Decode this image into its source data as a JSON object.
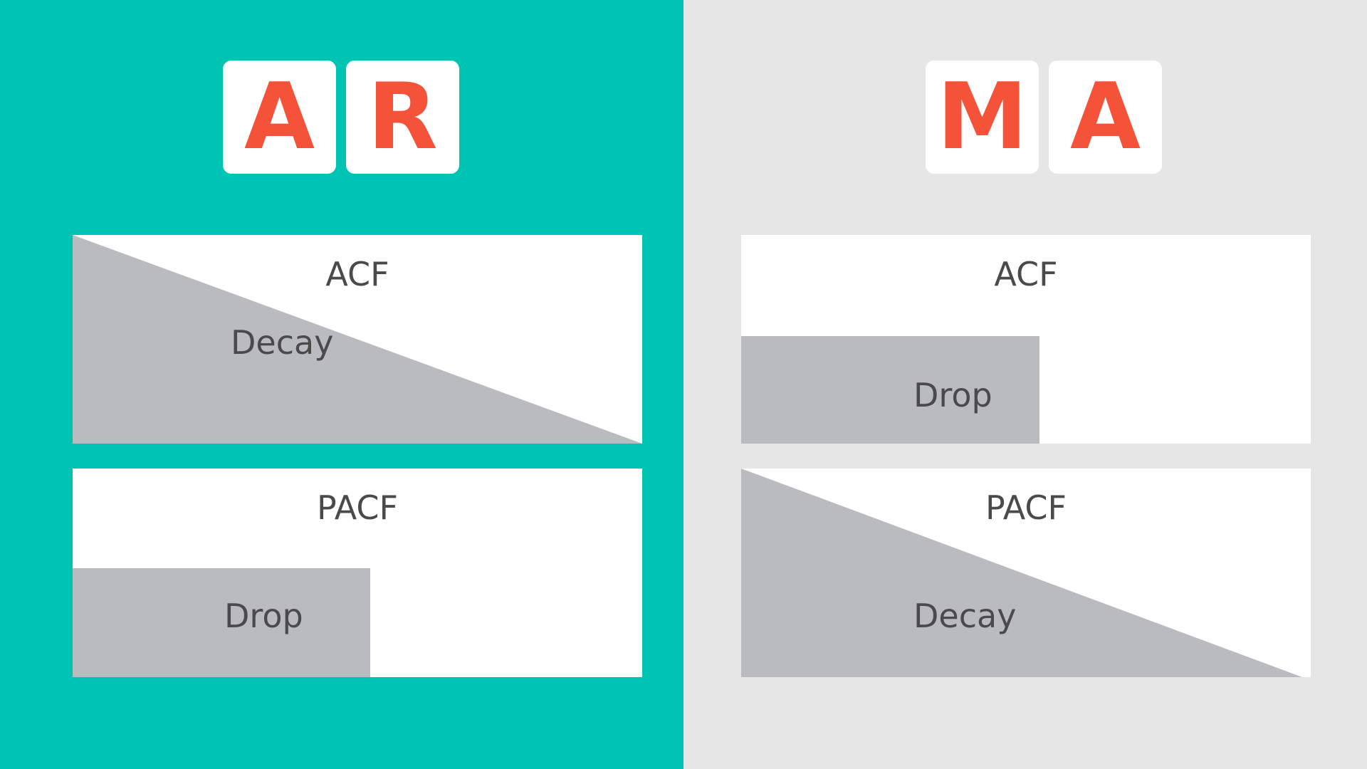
{
  "colors": {
    "left_background": "#00c4b3",
    "right_background": "#e6e6e6",
    "tile_letter": "#f4533a",
    "panel": "#ffffff",
    "shape": "#b9bbbe",
    "text": "#4a4a4a"
  },
  "ar": {
    "letters": [
      "A",
      "R"
    ],
    "acf": {
      "title": "ACF",
      "behavior": "Decay"
    },
    "pacf": {
      "title": "PACF",
      "behavior": "Drop"
    }
  },
  "ma": {
    "letters": [
      "M",
      "A"
    ],
    "acf": {
      "title": "ACF",
      "behavior": "Drop"
    },
    "pacf": {
      "title": "PACF",
      "behavior": "Decay"
    }
  }
}
